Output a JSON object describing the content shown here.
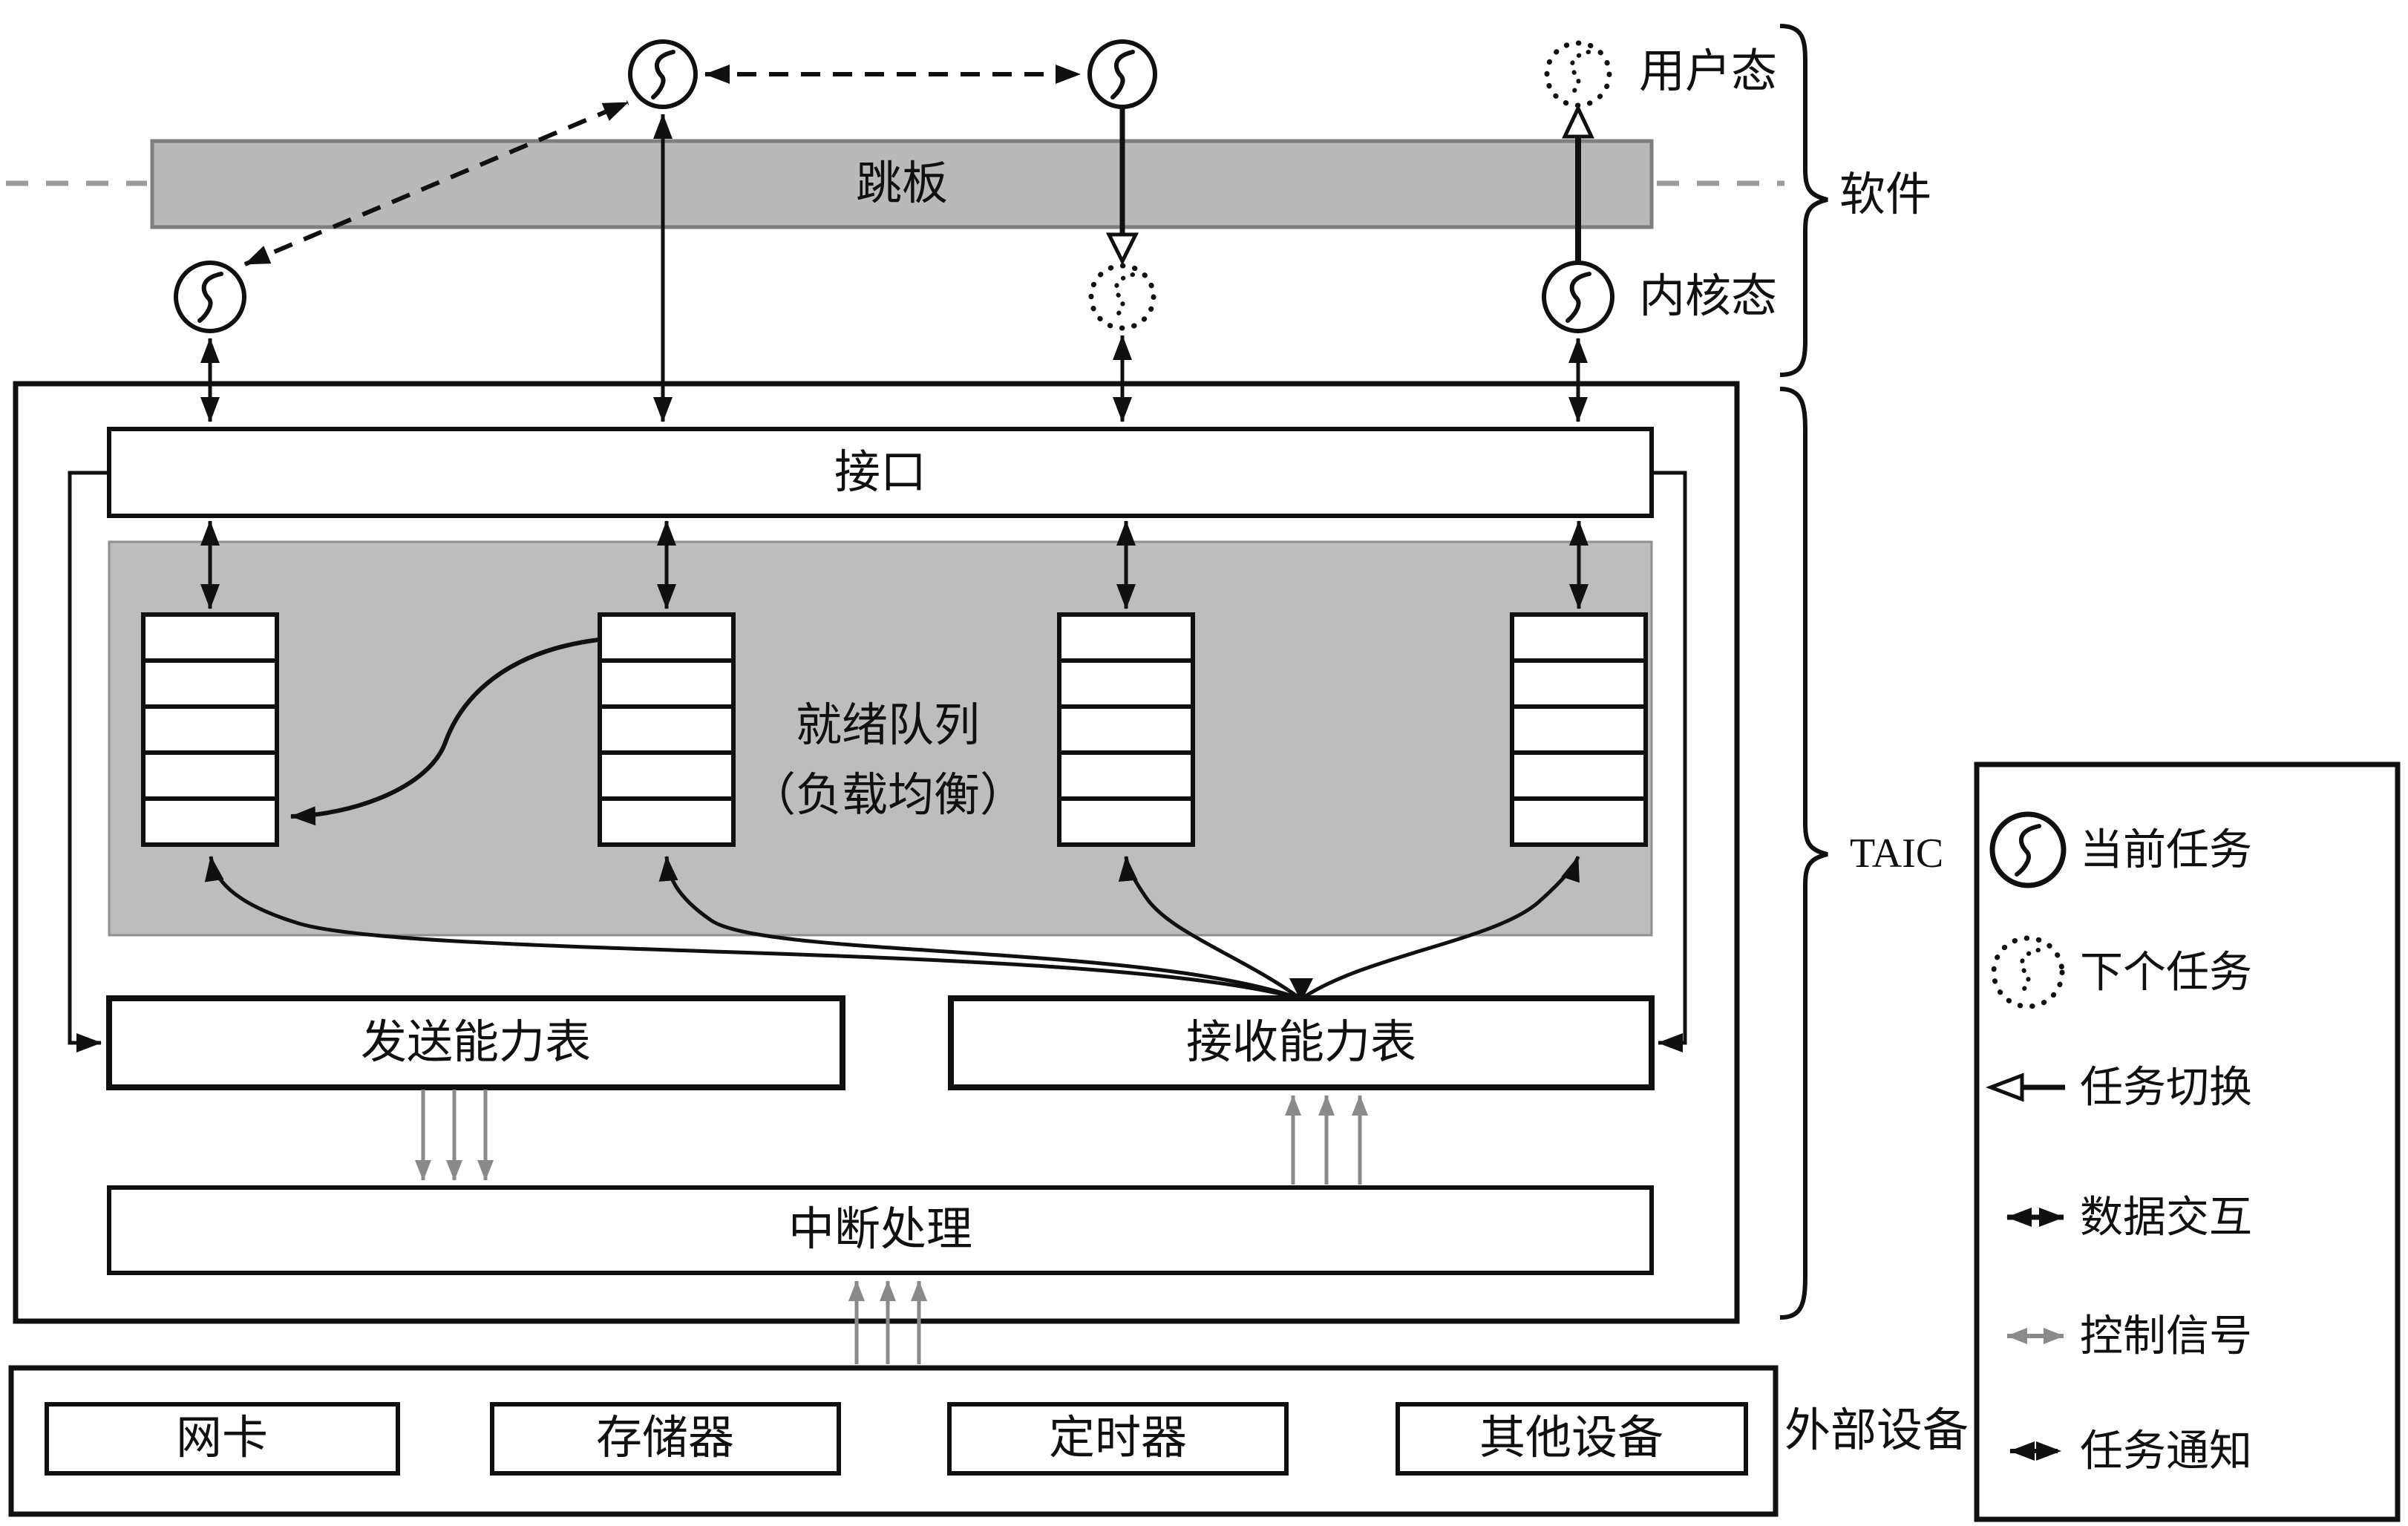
{
  "top": {
    "springboard_label": "跳板",
    "user_mode_label": "用户态",
    "kernel_mode_label": "内核态",
    "software_label": "软件"
  },
  "taic": {
    "name_label": "TAIC",
    "interface_label": "接口",
    "ready_queue_label_line1": "就绪队列",
    "ready_queue_label_line2": "（负载均衡）",
    "send_capability_label": "发送能力表",
    "receive_capability_label": "接收能力表",
    "interrupt_label": "中断处理",
    "queue_count": 4,
    "queue_slots": 5
  },
  "external": {
    "group_label": "外部设备",
    "devices": [
      "网卡",
      "存储器",
      "定时器",
      "其他设备"
    ]
  },
  "legend": {
    "items": [
      {
        "icon": "current-task-icon",
        "label": "当前任务"
      },
      {
        "icon": "next-task-icon",
        "label": "下个任务"
      },
      {
        "icon": "task-switch-arrow-icon",
        "label": "任务切换"
      },
      {
        "icon": "data-exchange-arrow-icon",
        "label": "数据交互"
      },
      {
        "icon": "control-signal-arrow-icon",
        "label": "控制信号"
      },
      {
        "icon": "task-notify-arrow-icon",
        "label": "任务通知"
      }
    ]
  },
  "colors": {
    "band_fill": "#b9b9b9",
    "queue_area_fill": "#bdbdbd",
    "gray_signal": "#8a8a8a",
    "line_black": "#101010"
  }
}
